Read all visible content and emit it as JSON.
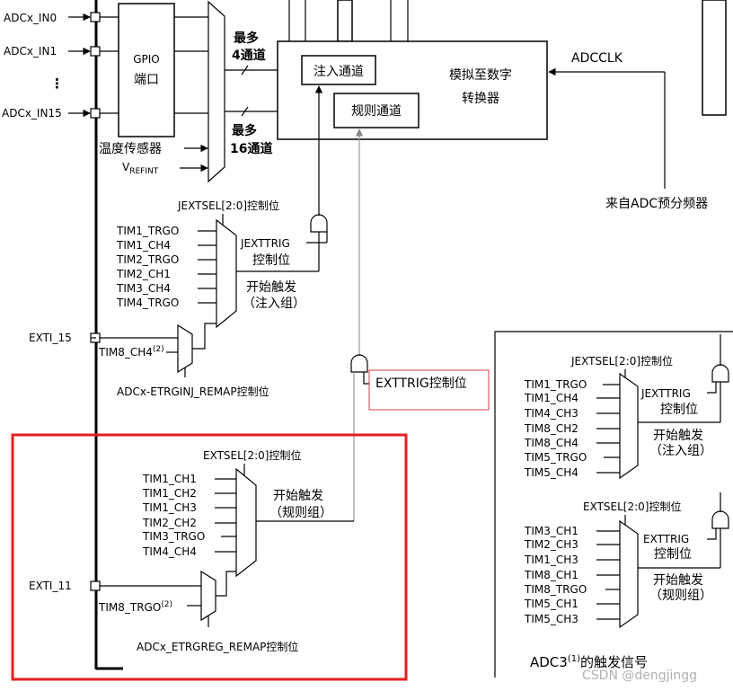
{
  "inputs": {
    "in0": "ADCx_IN0",
    "in1": "ADCx_IN1",
    "in15": "ADCx_IN15",
    "ellipsis": "⋮"
  },
  "gpio": {
    "line1": "GPIO",
    "line2": "端口"
  },
  "temp_sensor": "温度传感器",
  "vref": {
    "main": "V",
    "sub": "REFINT"
  },
  "max4": {
    "line1": "最多",
    "line2": "4通道"
  },
  "max16": {
    "line1": "最多",
    "line2": "16通道"
  },
  "adc": {
    "injected": "注入通道",
    "regular": "规则通道",
    "title1": "模拟至数字",
    "title2": "转换器",
    "adcclk": "ADCCLK",
    "prescaler": "来自ADC预分频器"
  },
  "injected_group": {
    "jextsel": "JEXTSEL[2:0]控制位",
    "inputs": [
      "TIM1_TRGO",
      "TIM1_CH4",
      "TIM2_TRGO",
      "TIM2_CH1",
      "TIM3_CH4",
      "TIM4_TRGO"
    ],
    "jexttrig1": "JEXTTRIG",
    "jexttrig2": "控制位",
    "start1": "开始触发",
    "start2": "（注入组）",
    "exti": "EXTI_15",
    "tim8": "TIM8_CH4",
    "tim8_sup": "(2)",
    "remap": "ADCx-ETRGINJ_REMAP控制位"
  },
  "exttrig_label": "EXTTRIG控制位",
  "regular_group": {
    "extsel": "EXTSEL[2:0]控制位",
    "inputs": [
      "TIM1_CH1",
      "TIM1_CH2",
      "TIM1_CH3",
      "TIM2_CH2",
      "TIM3_TRGO",
      "TIM4_CH4"
    ],
    "start1": "开始触发",
    "start2": "（规则组）",
    "exti": "EXTI_11",
    "tim8": "TIM8_TRGO",
    "tim8_sup": "(2)",
    "remap": "ADCx_ETRGREG_REMAP控制位"
  },
  "adc3": {
    "jextsel": "JEXTSEL[2:0]控制位",
    "inj_inputs": [
      "TIM1_TRGO",
      "TIM1_CH4",
      "TIM4_CH3",
      "TIM8_CH2",
      "TIM8_CH4",
      "TIM5_TRGO",
      "TIM5_CH4"
    ],
    "jexttrig1": "JEXTTRIG",
    "jexttrig2": "控制位",
    "inj_start1": "开始触发",
    "inj_start2": "（注入组）",
    "extsel": "EXTSEL[2:0]控制位",
    "reg_inputs": [
      "TIM3_CH1",
      "TIM2_CH3",
      "TIM1_CH3",
      "TIM8_CH1",
      "TIM8_TRGO",
      "TIM5_CH1",
      "TIM5_CH3"
    ],
    "exttrig1": "EXTTRIG",
    "exttrig2": "控制位",
    "reg_start1": "开始触发",
    "reg_start2": "（规则组）",
    "caption_main": "ADC3",
    "caption_sup": "(1)",
    "caption_tail": "的触发信号"
  },
  "watermark": "CSDN @dengjingg",
  "colors": {
    "highlight_red": "#e02020",
    "label_box_red": "#d04040"
  }
}
